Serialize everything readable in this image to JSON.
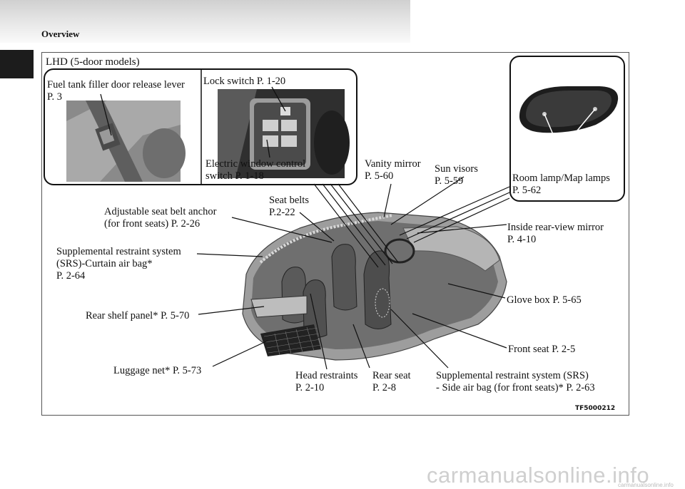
{
  "header": {
    "section": "Overview"
  },
  "figure": {
    "title": "LHD (5-door models)",
    "code": "TF5000212",
    "callouts": {
      "fuel_lever": "Fuel tank filler door release lever\nP. 3",
      "lock_switch": "Lock switch P. 1-20",
      "window_switch": "Electric window control\nswitch P. 1-18",
      "vanity_mirror": "Vanity mirror\nP. 5-60",
      "sun_visors": "Sun visors\nP. 5-59",
      "room_lamp": "Room lamp/Map lamps\nP. 5-62",
      "seat_belts": "Seat belts\nP.2-22",
      "belt_anchor": "Adjustable seat belt anchor\n(for front seats) P. 2-26",
      "inside_mirror": "Inside rear-view mirror\nP. 4-10",
      "curtain_airbag": "Supplemental restraint system\n(SRS)-Curtain air bag*\nP. 2-64",
      "glove_box": "Glove box P. 5-65",
      "rear_shelf": "Rear shelf panel* P. 5-70",
      "front_seat": "Front seat P. 2-5",
      "luggage_net": "Luggage net* P. 5-73",
      "head_restraints": "Head restraints\nP. 2-10",
      "rear_seat": "Rear seat\nP. 2-8",
      "side_airbag": "Supplemental restraint system (SRS)\n- Side air bag (for front seats)* P. 2-63"
    }
  },
  "watermark": {
    "text": "carmanualsonline.info",
    "small": "carmanualsonline.info"
  }
}
